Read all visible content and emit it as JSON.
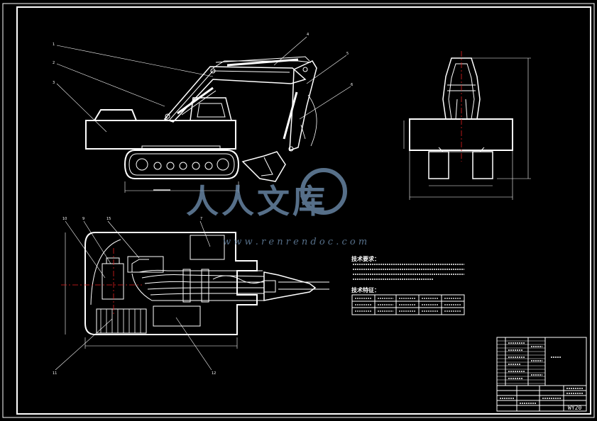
{
  "callouts": {
    "c1": "1",
    "c2": "2",
    "c3": "3",
    "c4": "4",
    "c5": "5",
    "c6": "6",
    "c7": "7",
    "c9": "9",
    "c10": "10",
    "c11": "11",
    "c12": "12",
    "c15": "15"
  },
  "tech_notes": {
    "title": "技术要求："
  },
  "spec_table": {
    "title": "技术特征："
  },
  "title_block": {
    "drawing_no": "WY20"
  },
  "watermark": {
    "text": "人人文库",
    "url": "w w w . r e n r e n d o c . c o m"
  },
  "colors": {
    "background": "#000000",
    "lines": "#ffffff",
    "center_lines": "#e32020",
    "watermark": "#6f8fb0"
  }
}
